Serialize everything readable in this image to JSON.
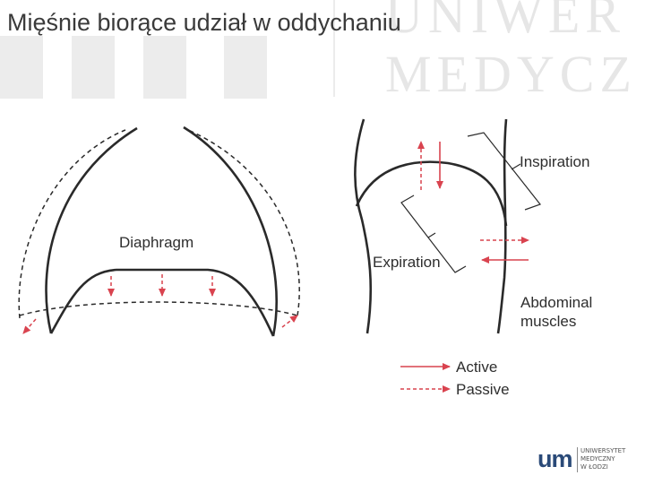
{
  "title": "Mięśnie biorące udział w oddychaniu",
  "watermark": {
    "line1": "UNIWER",
    "line2": "MEDYCZ"
  },
  "diagram": {
    "labels": {
      "diaphragm": "Diaphragm",
      "inspiration": "Inspiration",
      "expiration": "Expiration",
      "abdominal": "Abdominal",
      "muscles": "muscles",
      "active": "Active",
      "passive": "Passive"
    },
    "colors": {
      "stroke": "#2a2a2a",
      "arrow": "#d9434f"
    }
  },
  "logo": {
    "mark": "um",
    "line1": "UNIWERSYTET",
    "line2": "MEDYCZNY",
    "line3": "W ŁODZI"
  }
}
